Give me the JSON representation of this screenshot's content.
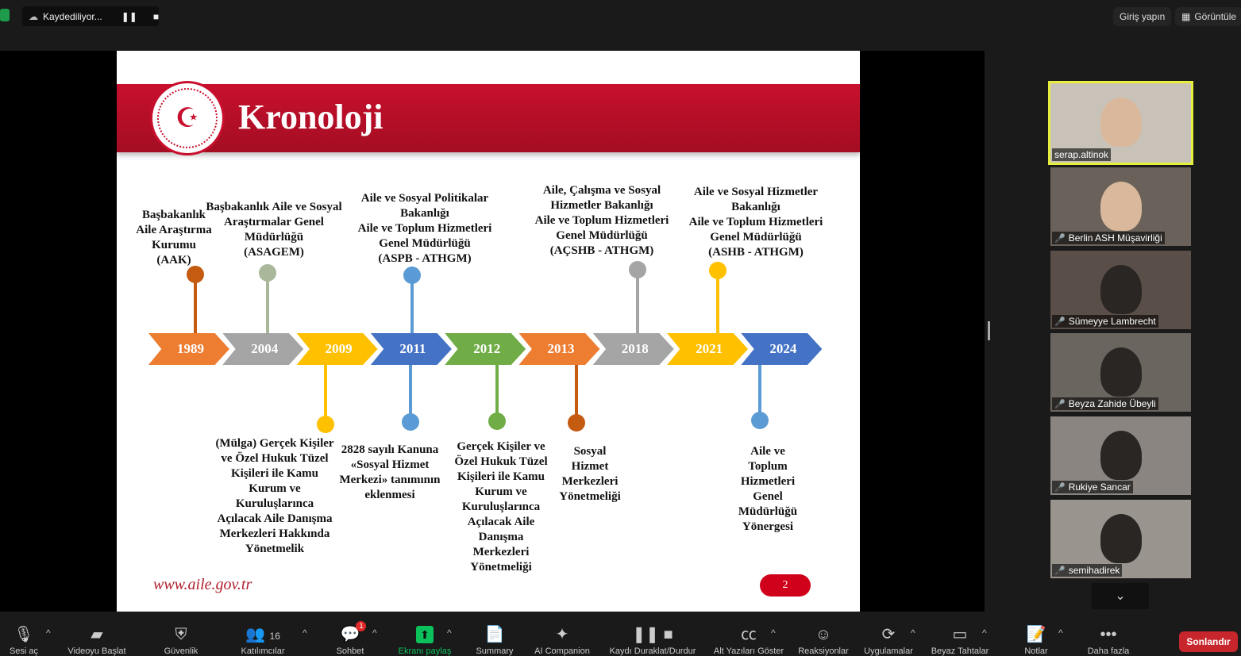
{
  "topbar": {
    "recording_label": "Kaydediliyor...",
    "signin": "Giriş yapın",
    "view": "Görüntüle"
  },
  "slide": {
    "title": "Kronoloji",
    "url": "www.aile.gov.tr",
    "page": "2",
    "years": [
      {
        "year": "1989",
        "color": "#ed7d31"
      },
      {
        "year": "2004",
        "color": "#a5a5a5"
      },
      {
        "year": "2009",
        "color": "#ffc000"
      },
      {
        "year": "2011",
        "color": "#4472c4"
      },
      {
        "year": "2012",
        "color": "#70ad47"
      },
      {
        "year": "2013",
        "color": "#ed7d31"
      },
      {
        "year": "2018",
        "color": "#a5a5a5"
      },
      {
        "year": "2021",
        "color": "#ffc000"
      },
      {
        "year": "2024",
        "color": "#4472c4"
      }
    ],
    "above": [
      "Başbakanlık\nAile Araştırma\nKurumu\n(AAK)",
      "Başbakanlık Aile ve Sosyal\nAraştırmalar Genel\nMüdürlüğü\n(ASAGEM)",
      "Aile ve Sosyal Politikalar\nBakanlığı\nAile ve Toplum Hizmetleri\nGenel Müdürlüğü\n(ASPB - ATHGM)",
      "Aile, Çalışma ve Sosyal\nHizmetler Bakanlığı\nAile ve Toplum Hizmetleri\nGenel Müdürlüğü\n(AÇSHB - ATHGM)",
      "Aile ve Sosyal Hizmetler\nBakanlığı\nAile ve Toplum Hizmetleri\nGenel Müdürlüğü\n(ASHB - ATHGM)"
    ],
    "below": [
      "(Mülga) Gerçek Kişiler\nve Özel Hukuk Tüzel\nKişileri ile Kamu\nKurum ve\nKuruluşlarınca\nAçılacak Aile Danışma\nMerkezleri Hakkında\nYönetmelik",
      "2828 sayılı Kanuna\n«Sosyal Hizmet\nMerkezi» tanımının\neklenmesi",
      "Gerçek Kişiler ve\nÖzel Hukuk Tüzel\nKişileri ile Kamu\nKurum ve\nKuruluşlarınca\nAçılacak Aile\nDanışma\nMerkezleri\nYönetmeliği",
      "Sosyal\nHizmet\nMerkezleri\nYönetmeliği",
      "Aile ve\nToplum\nHizmetleri\nGenel\nMüdürlüğü\nYönergesi"
    ]
  },
  "participants": [
    "serap.altinok",
    "Berlin ASH Müşavirliği",
    "Sümeyye Lambrecht",
    "Beyza Zahide Übeyli",
    "Rukiye Sancar",
    "semihadirek"
  ],
  "toolbar": {
    "mute": "Sesi aç",
    "video": "Videoyu Başlat",
    "security": "Güvenlik",
    "participants": "Katılımcılar",
    "participants_count": "16",
    "chat": "Sohbet",
    "chat_badge": "1",
    "share": "Ekranı paylaş",
    "summary": "Summary",
    "ai": "AI Companion",
    "record": "Kaydı Duraklat/Durdur",
    "captions": "Alt Yazıları Göster",
    "reactions": "Reaksiyonlar",
    "apps": "Uygulamalar",
    "whiteboards": "Beyaz Tahtalar",
    "notes": "Notlar",
    "more": "Daha fazla",
    "end": "Sonlandır"
  },
  "colors": {
    "accent": "#c8102e",
    "share": "#0bc15c",
    "end": "#c8262d"
  }
}
